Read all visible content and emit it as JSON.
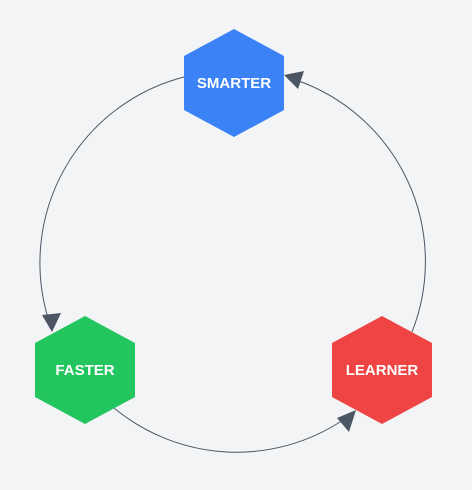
{
  "nodes": [
    {
      "id": "smarter",
      "label": "SMARTER",
      "color": "#3b82f6"
    },
    {
      "id": "learner",
      "label": "LEARNER",
      "color": "#ef4444"
    },
    {
      "id": "faster",
      "label": "FASTER",
      "color": "#22c55e"
    }
  ],
  "connector_color": "#4b5563",
  "background_color": "#f3f4f6"
}
